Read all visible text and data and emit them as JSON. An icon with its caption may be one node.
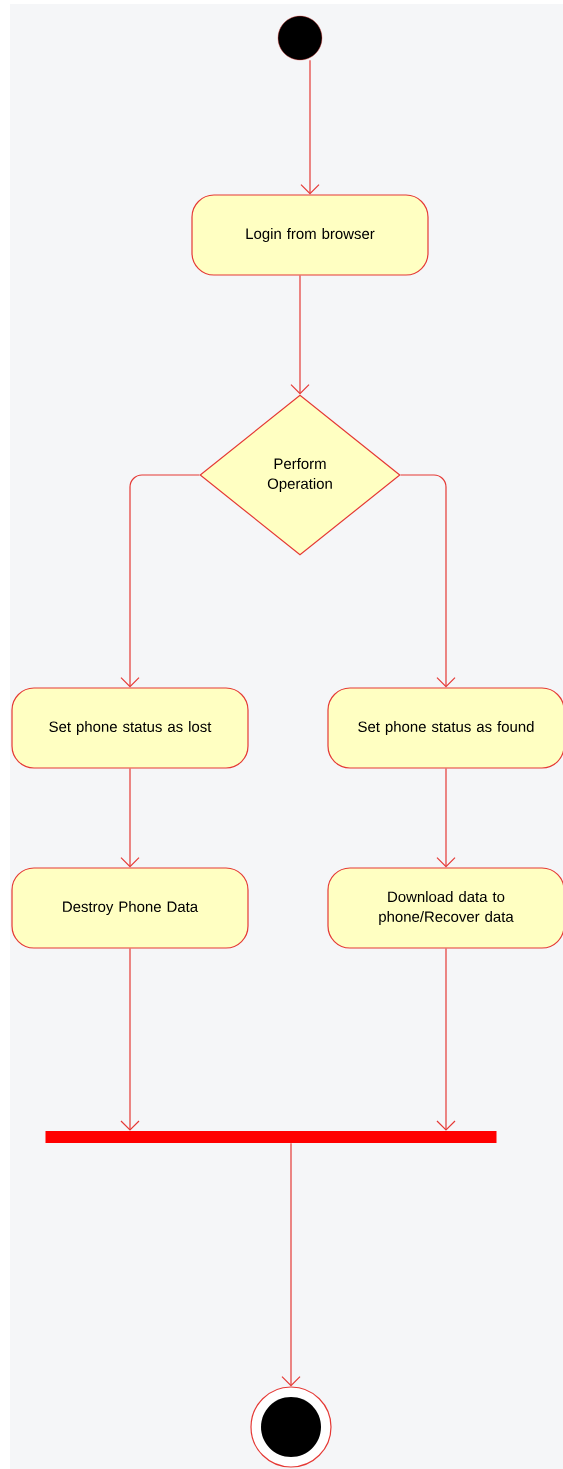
{
  "diagram": {
    "nodes": [
      {
        "text": [],
        "shape": "circle"
      },
      {
        "text": [
          "Login from browser"
        ]
      },
      {
        "text": [
          "Perform Operation"
        ]
      },
      {
        "text": [
          "Set phone status as lost"
        ]
      },
      {
        "text": [
          "Set phone status as found"
        ]
      },
      {
        "text": [
          "Destroy Phone Data"
        ]
      },
      {
        "text": [
          "Download data to phone/Recover data"
        ]
      },
      {
        "text": [],
        "shape": "bar"
      },
      {
        "text": [],
        "shape": "circle"
      }
    ],
    "edges": [
      {
        "from": 0,
        "to": 1,
        "arrow": "to"
      },
      {
        "from": 1,
        "to": 2,
        "arrow": "to"
      },
      {
        "from": 2,
        "to": 3,
        "arrow": "to"
      },
      {
        "from": 2,
        "to": 4,
        "arrow": "to"
      },
      {
        "from": 3,
        "to": 5,
        "arrow": "to"
      },
      {
        "from": 4,
        "to": 6,
        "arrow": "to"
      },
      {
        "from": 5,
        "to": 7,
        "arrow": "to"
      },
      {
        "from": 6,
        "to": 7,
        "arrow": "to"
      },
      {
        "from": 7,
        "to": 8,
        "arrow": "to"
      }
    ]
  }
}
